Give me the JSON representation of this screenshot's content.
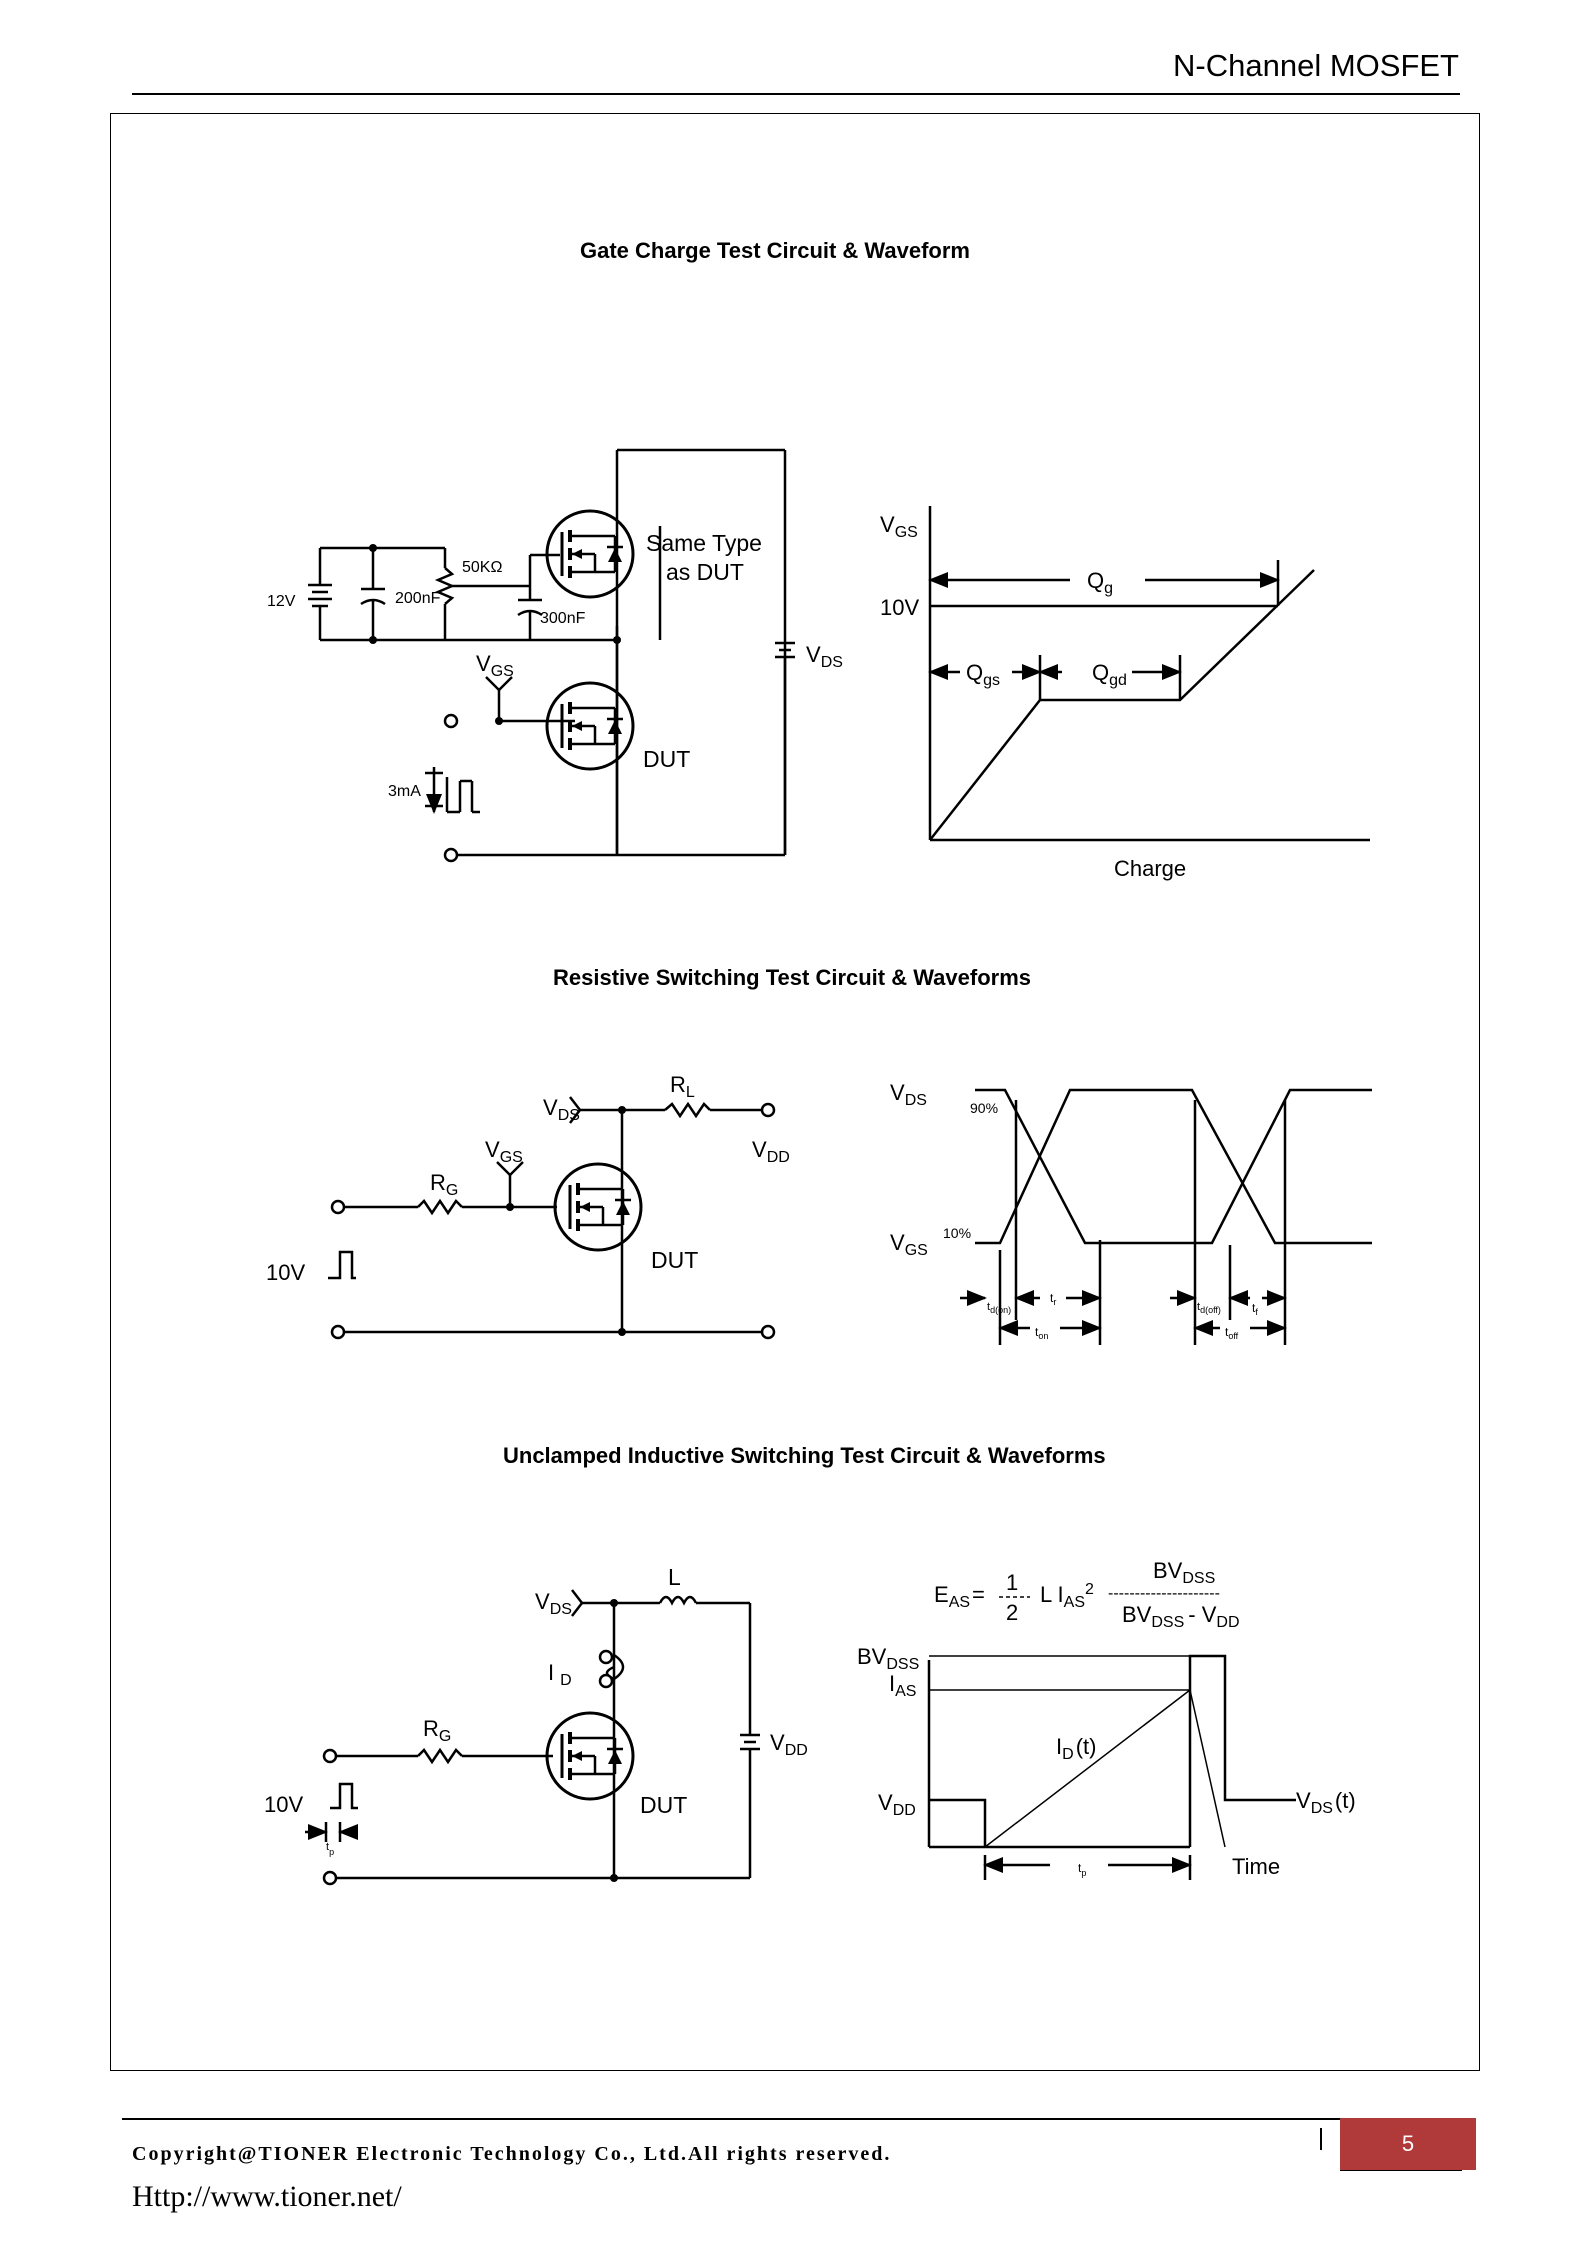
{
  "header": {
    "title": "N-Channel MOSFET"
  },
  "sections": {
    "gate_charge": {
      "title": "Gate Charge Test Circuit & Waveform",
      "circuit": {
        "v12": "12V",
        "c200": "200nF",
        "r50": "50KΩ",
        "c300": "300nF",
        "same_type": "Same Type",
        "as_dut": "as DUT",
        "vds": "V",
        "vds_sub": "DS",
        "vgs": "V",
        "vgs_sub": "GS",
        "i3ma": "3mA",
        "dut": "DUT"
      },
      "waveform": {
        "vgs": "V",
        "vgs_sub": "GS",
        "v10": "10V",
        "qg": "Q",
        "qg_sub": "g",
        "qgs": "Q",
        "qgs_sub": "gs",
        "qgd": "Q",
        "qgd_sub": "gd",
        "charge": "Charge"
      }
    },
    "resistive": {
      "title": "Resistive Switching Test Circuit & Waveforms",
      "circuit": {
        "vds": "V",
        "vds_sub": "DS",
        "rl": "R",
        "rl_sub": "L",
        "vdd": "V",
        "vdd_sub": "DD",
        "vgs": "V",
        "vgs_sub": "GS",
        "rg": "R",
        "rg_sub": "G",
        "v10": "10V",
        "dut": "DUT"
      },
      "waveform": {
        "vds": "V",
        "vds_sub": "DS",
        "vgs": "V",
        "vgs_sub": "GS",
        "p90": "90%",
        "p10": "10%",
        "tdon": "t",
        "tdon_sub": "d(on)",
        "tr": "t",
        "tr_sub": "r",
        "ton": "t",
        "ton_sub": "on",
        "tdoff": "t",
        "tdoff_sub": "d(off)",
        "tf": "t",
        "tf_sub": "f",
        "toff": "t",
        "toff_sub": "off"
      }
    },
    "uis": {
      "title": "Unclamped Inductive Switching Test Circuit & Waveforms",
      "circuit": {
        "vds": "V",
        "vds_sub": "DS",
        "l": "L",
        "id": "I",
        "id_sub": "D",
        "rg": "R",
        "rg_sub": "G",
        "vdd": "V",
        "vdd_sub": "DD",
        "v10": "10V",
        "tp": "t",
        "tp_sub": "p",
        "dut": "DUT"
      },
      "waveform": {
        "eas": "E",
        "eas_sub": "AS",
        "eq": "=",
        "frac_num": "1",
        "frac_den": "2",
        "l": "L I",
        "ias_sub": "AS",
        "sq": "2",
        "bvdss_num": "BV",
        "bvdss_num_sub": "DSS",
        "dashes": "---------------------",
        "bvdss_den": "BV",
        "bvdss_den_sub": "DSS",
        "minus_vdd": "- V",
        "vdd_sub": "DD",
        "bvdss_axis": "BV",
        "bvdss_axis_sub": "DSS",
        "ias_axis": "I",
        "ias_axis_sub": "AS",
        "id_t": "I",
        "id_t_sub": "D",
        "id_t_arg": "(t)",
        "vdd_axis": "V",
        "vdd_axis_sub": "DD",
        "vds_t": "V",
        "vds_t_sub": "DS",
        "vds_t_arg": "(t)",
        "tp": "t",
        "tp_sub": "p",
        "time": "Time"
      }
    }
  },
  "footer": {
    "copyright": "Copyright@TIONER Electronic Technology Co., Ltd.All rights reserved.",
    "url": "Http://www.tioner.net/",
    "page": "5"
  }
}
